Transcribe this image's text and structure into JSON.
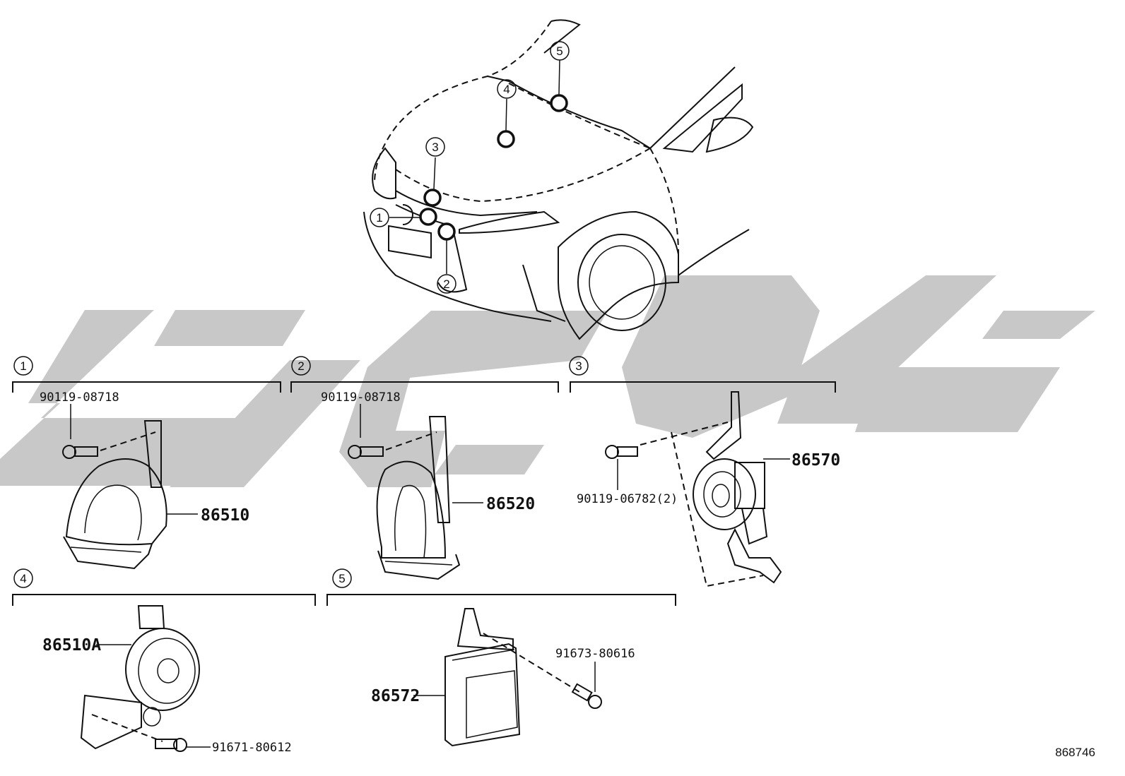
{
  "callouts": [
    "1",
    "2",
    "3",
    "4",
    "5"
  ],
  "groups": [
    {
      "id": "1",
      "parts": [
        "90119-08718",
        "86510"
      ]
    },
    {
      "id": "2",
      "parts": [
        "90119-08718",
        "86520"
      ]
    },
    {
      "id": "3",
      "parts": [
        "86570",
        "90119-06782(2)"
      ]
    },
    {
      "id": "4",
      "parts": [
        "86510A",
        "91671-80612"
      ]
    },
    {
      "id": "5",
      "parts": [
        "91673-80616",
        "86572"
      ]
    }
  ],
  "reference_id": "868746"
}
